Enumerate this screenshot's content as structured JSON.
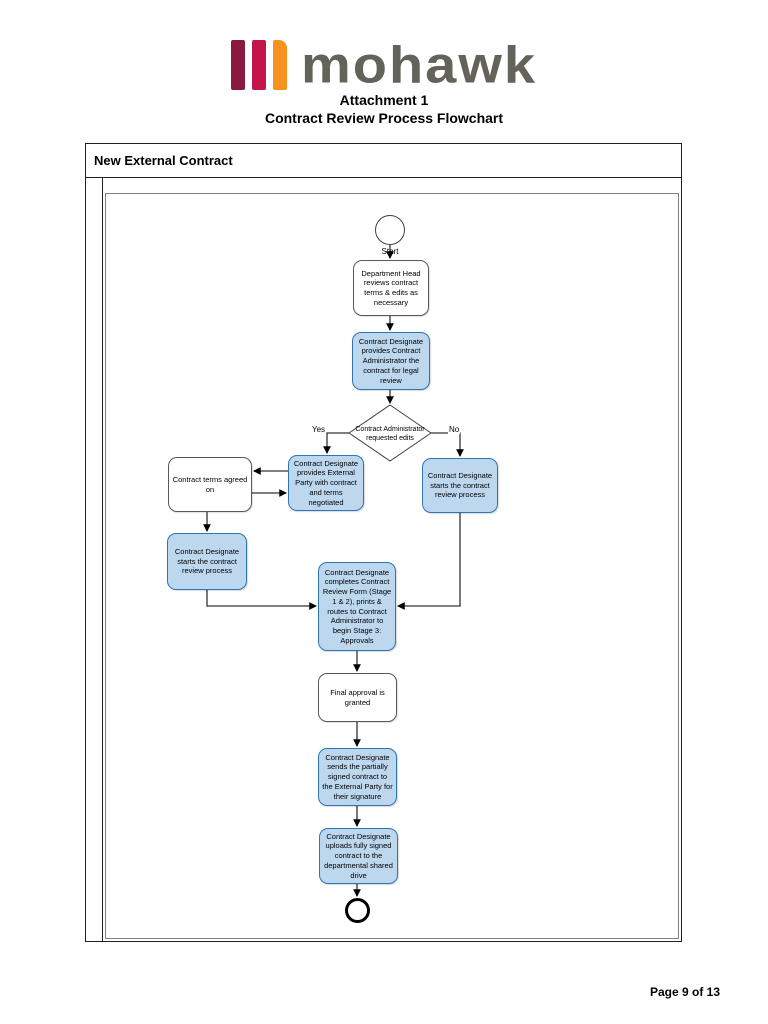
{
  "page": {
    "logo": {
      "brand": "mohawk",
      "bar_colors": [
        "#8a1a41",
        "#c2164b",
        "#f6921e"
      ],
      "wordmark_color": "#64635a"
    },
    "title_line1": "Attachment 1",
    "title_line2": "Contract Review Process Flowchart",
    "footer": "Page 9 of 13"
  },
  "flowchart": {
    "lane_title": "New External Contract",
    "colors": {
      "process_fill": "#bdd7ee",
      "process_border": "#2e75b6"
    },
    "decision_labels": {
      "yes": "Yes",
      "no": "No"
    },
    "nodes": {
      "start": "Start",
      "review_terms": "Department Head reviews contract terms & edits as necessary",
      "provide_admin": "Contract Designate provides Contract Administrator the contract for legal review",
      "decision": "Contract Administrator requested edits",
      "provide_external": "Contract Designate provides External Party with contract and terms negotiated",
      "terms_agreed": "Contract terms agreed on",
      "start_review_right": "Contract Designate starts the contract review process",
      "start_review_left": "Contract Designate starts the contract review process",
      "complete_form": "Contract Designate completes Contract Review Form (Stage 1 & 2), prints & routes to Contract Administrator to begin Stage 3: Approvals",
      "final_approval": "Final approval is granted",
      "send_partial": "Contract Designate sends the partially signed contract to the External Party for their signature",
      "upload_signed": "Contract Designate uploads fully signed contract to the departmental shared drive"
    }
  }
}
